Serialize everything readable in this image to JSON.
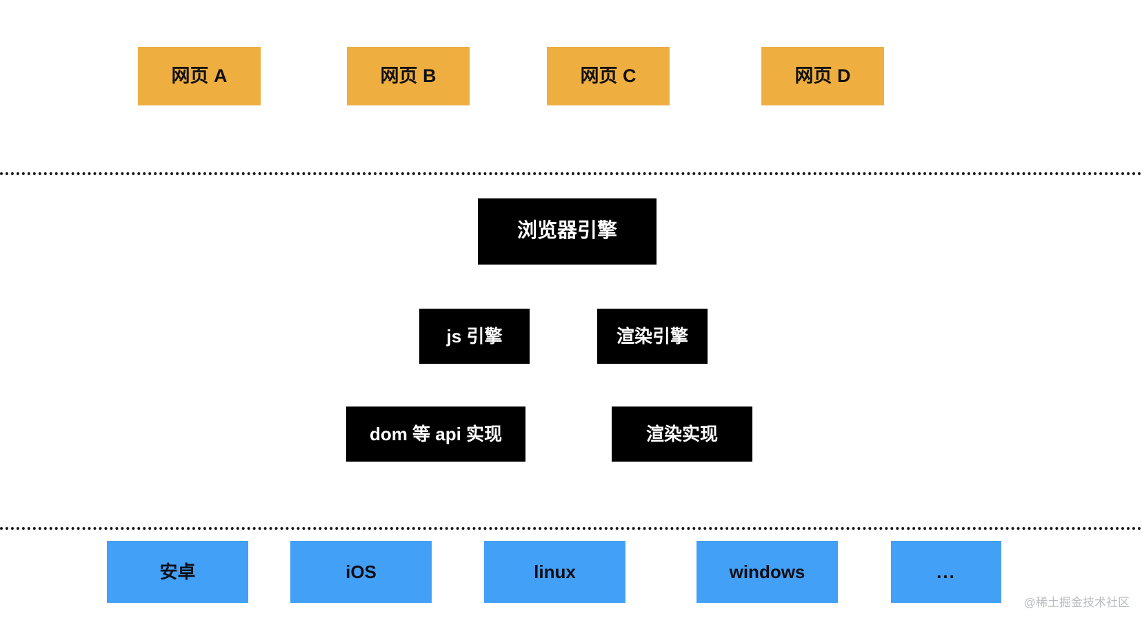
{
  "diagram": {
    "title": "browser-architecture-layers",
    "colors": {
      "page_layer": "#eeae40",
      "engine_layer": "#000000",
      "os_layer": "#43a0f7",
      "divider": "#1a1a1a",
      "page_text": "#111111",
      "engine_text": "#ffffff",
      "os_text": "#0d0d14",
      "watermark_text": "#b9bcc2",
      "background": "#ffffff"
    }
  },
  "page_layer": {
    "boxes": [
      {
        "label": "网页 A"
      },
      {
        "label": "网页 B"
      },
      {
        "label": "网页 C"
      },
      {
        "label": "网页 D"
      }
    ]
  },
  "engine_layer": {
    "browser_engine": {
      "label": "浏览器引擎"
    },
    "sub_engines": [
      {
        "label": "js 引擎"
      },
      {
        "label": "渲染引擎"
      }
    ],
    "implementations": [
      {
        "label": "dom 等 api 实现"
      },
      {
        "label": "渲染实现"
      }
    ]
  },
  "os_layer": {
    "boxes": [
      {
        "label": "安卓"
      },
      {
        "label": "iOS"
      },
      {
        "label": "linux"
      },
      {
        "label": "windows"
      },
      {
        "label": "..."
      }
    ]
  },
  "watermark": {
    "text": "@稀土掘金技术社区"
  }
}
